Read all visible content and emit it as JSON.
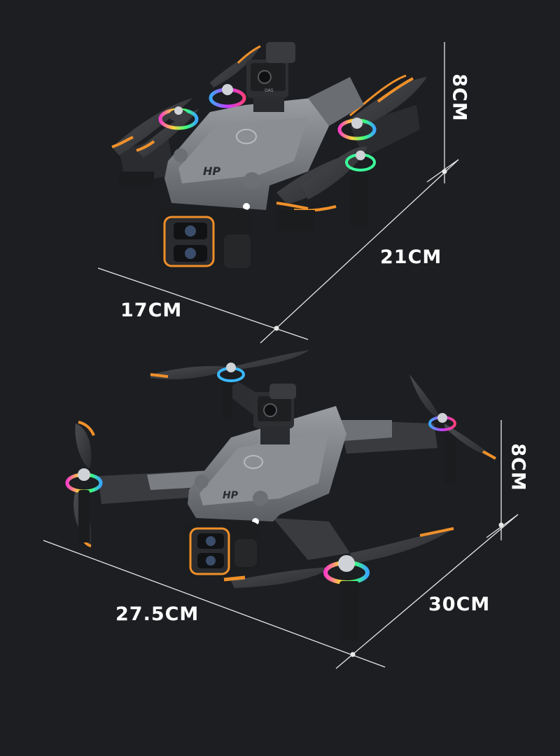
{
  "folded_view": {
    "height_label": "8CM",
    "length_label": "21CM",
    "width_label": "17CM"
  },
  "unfolded_view": {
    "height_label": "8CM",
    "length_label": "30CM",
    "width_label": "27.5CM"
  },
  "drone": {
    "logo_text": "HP",
    "camera_text": "OAS"
  },
  "colors": {
    "background": "#1c1e21",
    "body": "#75787d",
    "accent": "#f0902a",
    "dimension_line": "#e8e8e8"
  }
}
